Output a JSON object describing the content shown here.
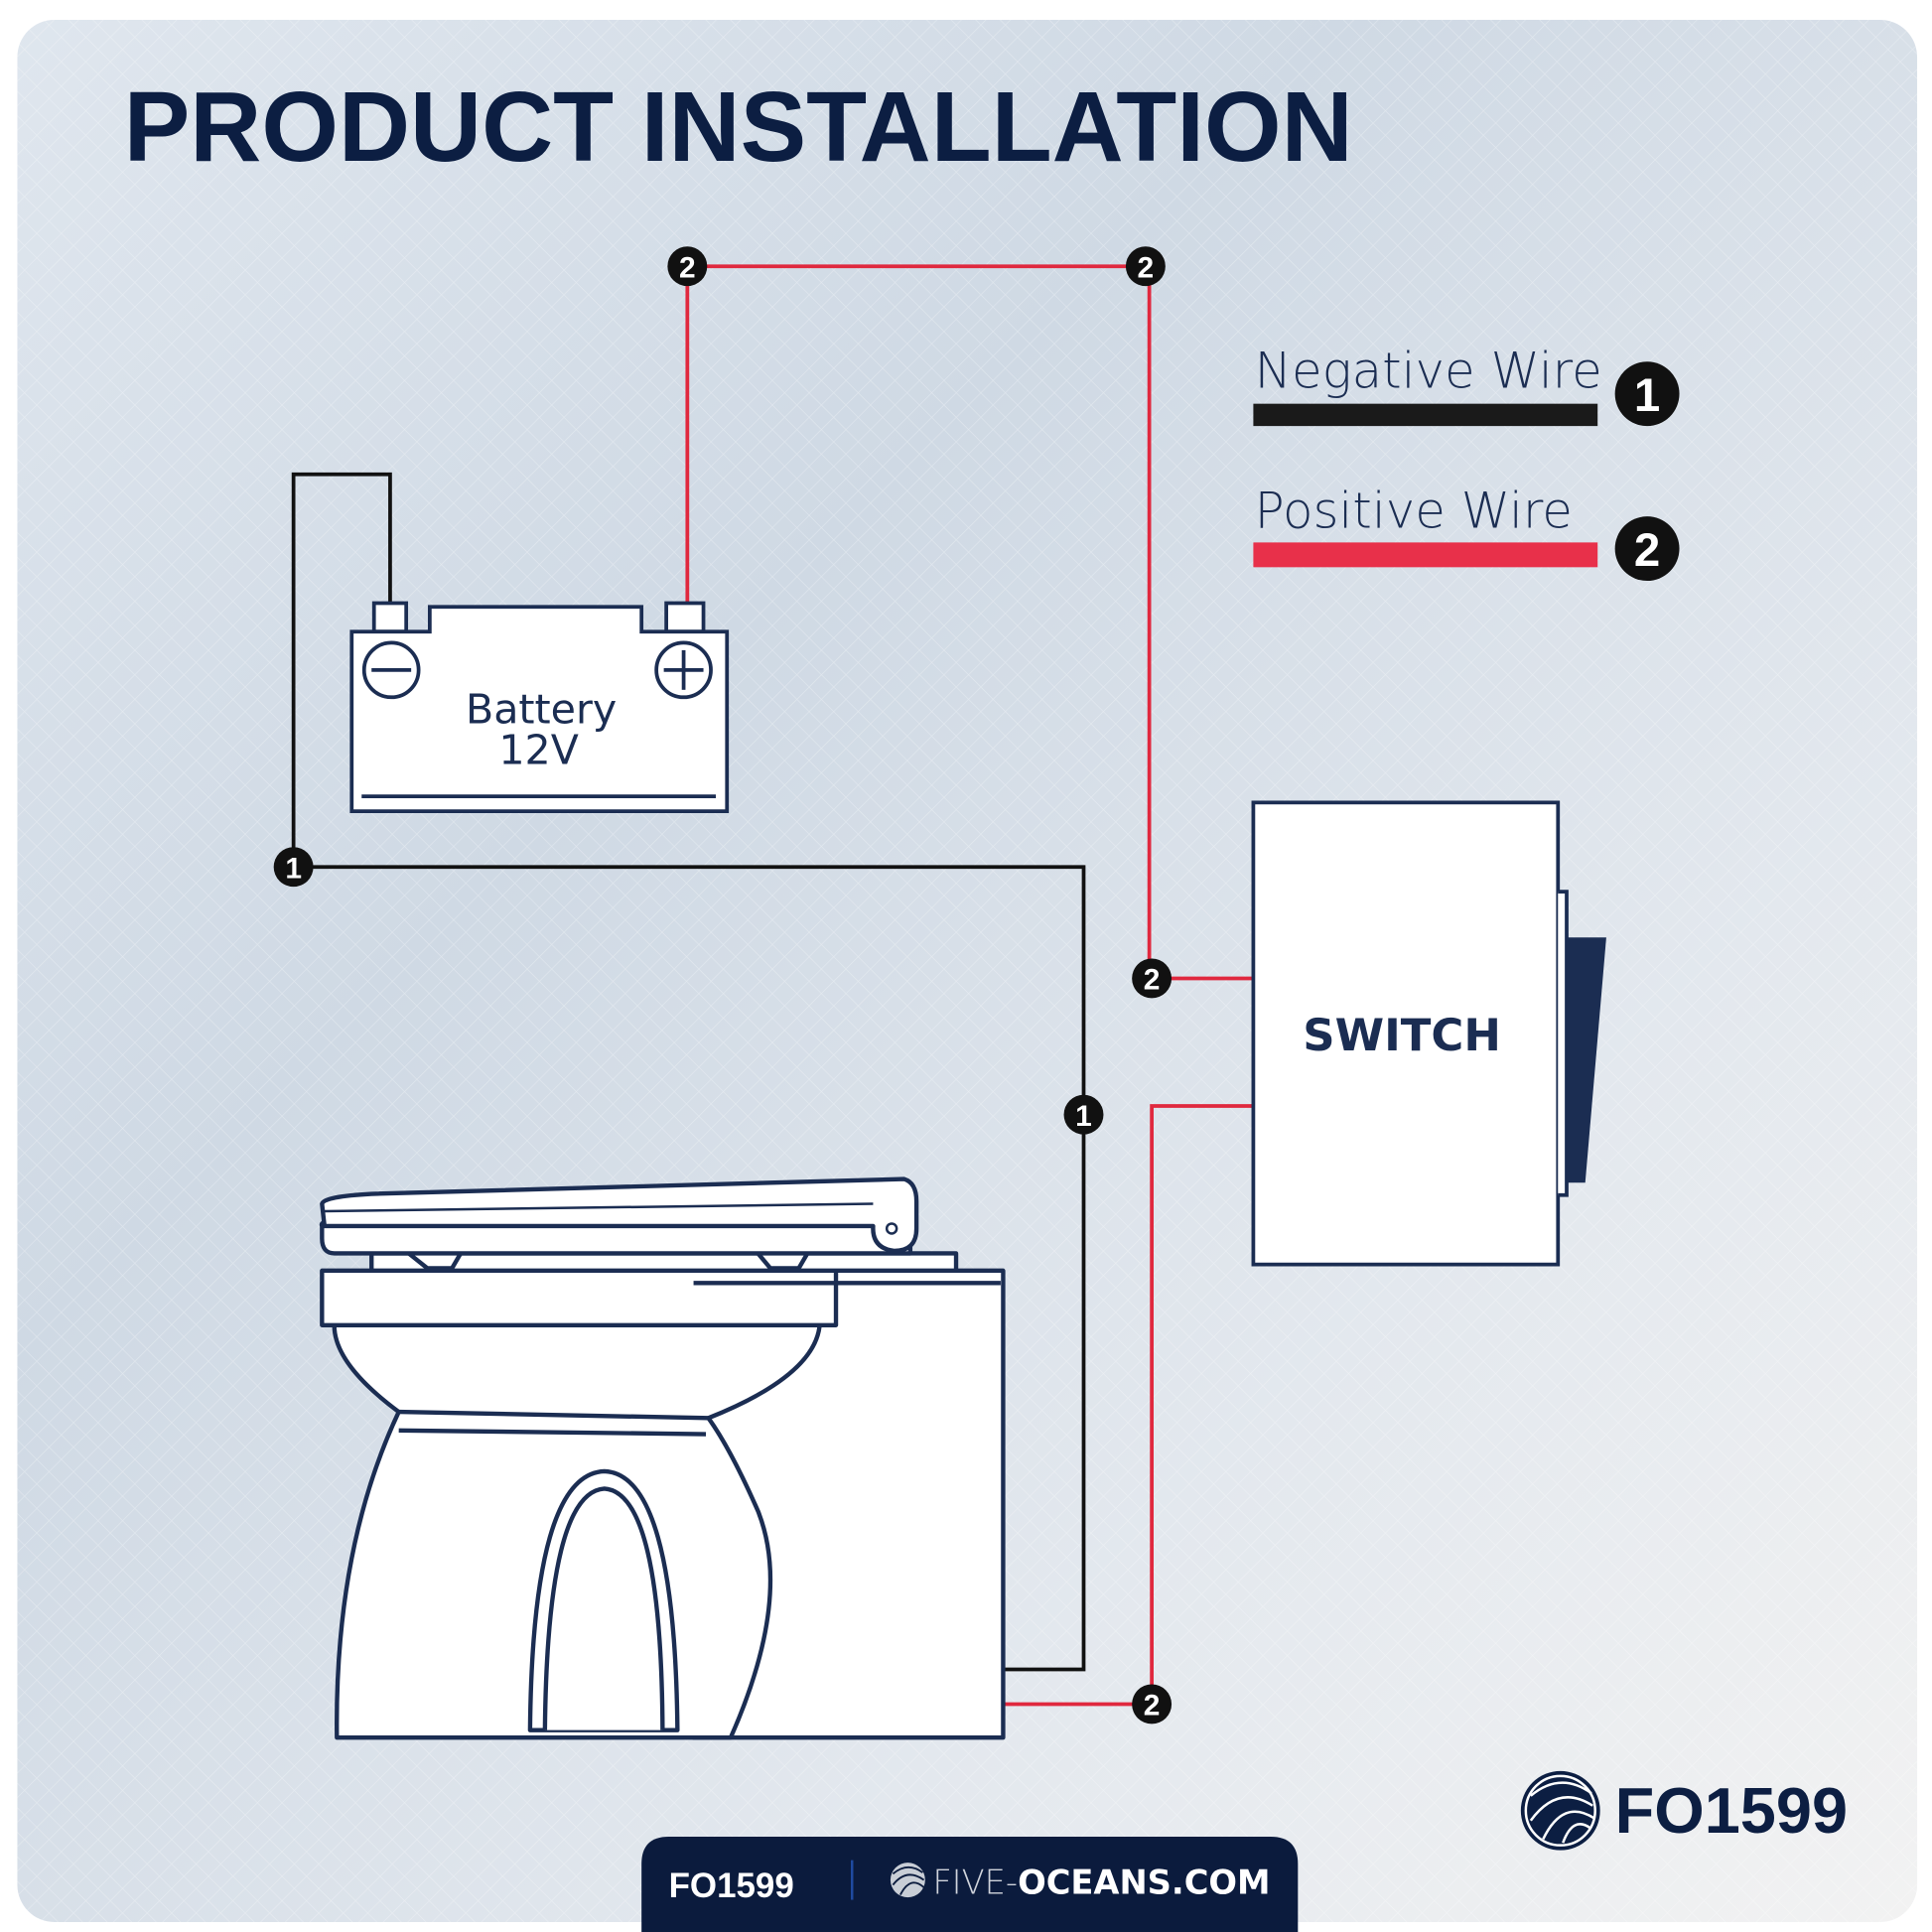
{
  "title": "PRODUCT INSTALLATION",
  "legend": {
    "negative": {
      "label": "Negative Wire",
      "number": "1",
      "color": "#1a1a1a"
    },
    "positive": {
      "label": "Positive Wire",
      "number": "2",
      "color": "#e8304a"
    }
  },
  "badges": {
    "negative": "1",
    "positive": "2"
  },
  "battery": {
    "label": "Battery",
    "voltage": "12V"
  },
  "switch": {
    "label": "SWITCH"
  },
  "brand": {
    "product_code": "FO1599",
    "site_prefix": "FIVE-",
    "site_main": "OCEANS.COM"
  },
  "colors": {
    "navy": "#0c1e42",
    "outline": "#1b2d52",
    "red": "#e0283e"
  }
}
